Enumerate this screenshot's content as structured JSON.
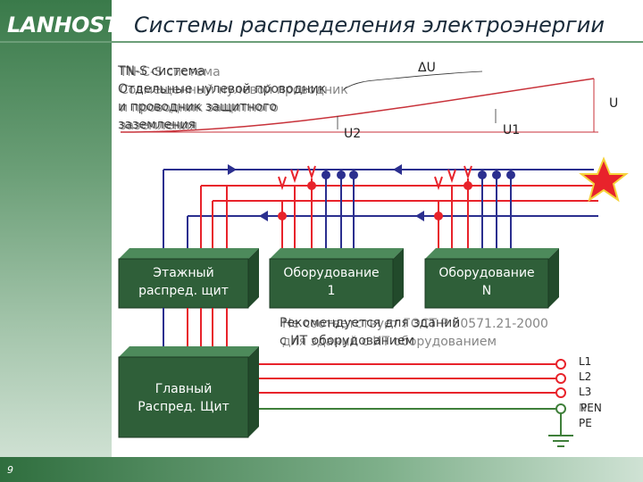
{
  "header": {
    "logo": "LANHOST",
    "title": "Системы распределения электроэнергии"
  },
  "page_number": "9",
  "diagram": {
    "overlay_text_left": [
      "TN-S система",
      "Отдельные нулевой проводник",
      "и проводник защитного",
      "заземления"
    ],
    "overlay_text_left_b": [
      "TN-C-S система",
      "Совмещенный нулевой проводник",
      "и проводник защитного",
      "заземления"
    ],
    "voltage": {
      "delta_u": "ΔU",
      "u": "U",
      "u1": "U1",
      "u2": "U2"
    },
    "boxes": {
      "floor_panel": [
        "Этажный",
        "распред. щит"
      ],
      "equipment_1": [
        "Оборудование",
        "1"
      ],
      "equipment_n": [
        "Оборудование",
        "N"
      ],
      "main_panel": [
        "Главный",
        "Распред. Щит"
      ]
    },
    "note_a": [
      "Рекомендуется для зданий",
      "с ИТ оборудованием"
    ],
    "note_b": [
      "Не соответствует ГОСТ Р 50571.21-2000",
      "для зданий с ИТ оборудованием"
    ],
    "wires": [
      "L1",
      "L2",
      "L3",
      "N",
      "PEN",
      "PE"
    ],
    "colors": {
      "phase": "#e8232b",
      "neutral": "#2b2f8f",
      "pe": "#3f7f3a",
      "box_fill": "#2f5f39",
      "star": "#e8232b"
    }
  }
}
